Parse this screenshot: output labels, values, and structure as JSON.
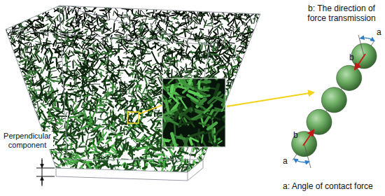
{
  "diagram": {
    "labels": [
      "b: The direction of force transmission",
      "a",
      "b",
      "b",
      "a",
      "a: Angle of contact force",
      "Perpendicular component"
    ]
  }
}
